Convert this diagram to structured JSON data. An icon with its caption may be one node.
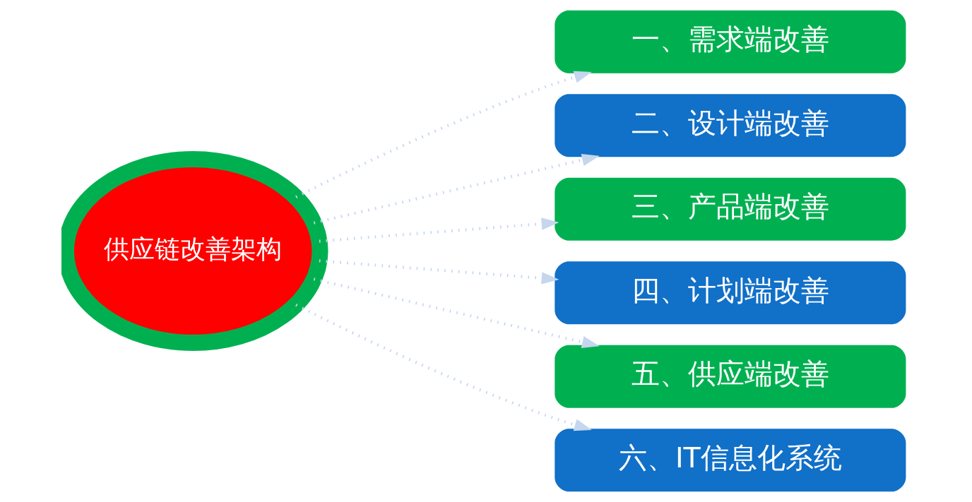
{
  "diagram": {
    "nodes": [
      {
        "text": [
          "供应链改善架构"
        ]
      },
      {
        "text": [
          "一、需求端改善"
        ]
      },
      {
        "text": [
          "二、设计端改善"
        ]
      },
      {
        "text": [
          "三、产品端改善"
        ]
      },
      {
        "text": [
          "四、计划端改善"
        ]
      },
      {
        "text": [
          "五、供应端改善"
        ]
      },
      {
        "text": [
          "六、IT信息化系统"
        ]
      }
    ],
    "edges": [
      {
        "from": 0,
        "to": 1,
        "arrow": "to"
      },
      {
        "from": 0,
        "to": 2,
        "arrow": "to"
      },
      {
        "from": 0,
        "to": 3,
        "arrow": "to"
      },
      {
        "from": 0,
        "to": 4,
        "arrow": "to"
      },
      {
        "from": 0,
        "to": 5,
        "arrow": "to"
      },
      {
        "from": 0,
        "to": 6,
        "arrow": "to"
      }
    ]
  }
}
